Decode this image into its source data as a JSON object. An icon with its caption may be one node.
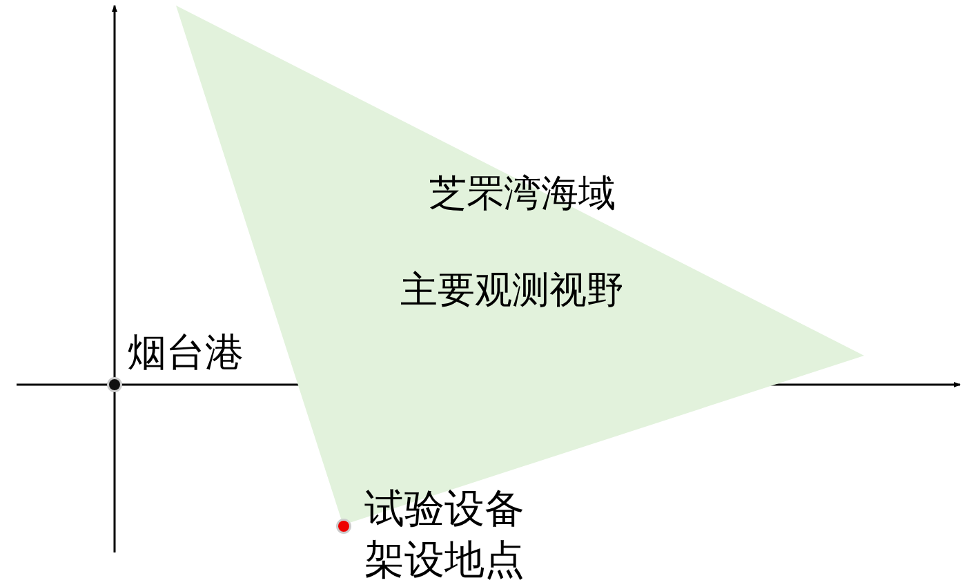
{
  "diagram": {
    "nodes": [
      {
        "text": [
          "芝罘湾海域",
          "主要观测视野"
        ]
      },
      {
        "text": [],
        "shape": "circle",
        "beside": [
          "烟台港"
        ]
      },
      {
        "text": [],
        "shape": "circle",
        "beside": [
          "试验设备架设地点"
        ]
      }
    ]
  }
}
